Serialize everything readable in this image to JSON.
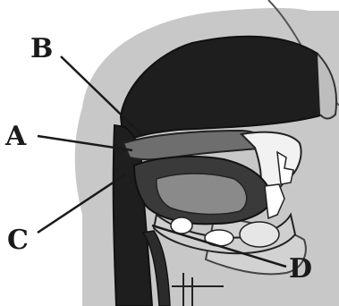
{
  "labels": {
    "a": "A",
    "b": "B",
    "c": "C",
    "d": "D"
  },
  "colors": {
    "background": "#ffffff",
    "head_shading": "#c4c4c4",
    "cavity_dark": "#1e1e1e",
    "mid_gray": "#6e6e6e",
    "outline": "#1a1a1a"
  }
}
